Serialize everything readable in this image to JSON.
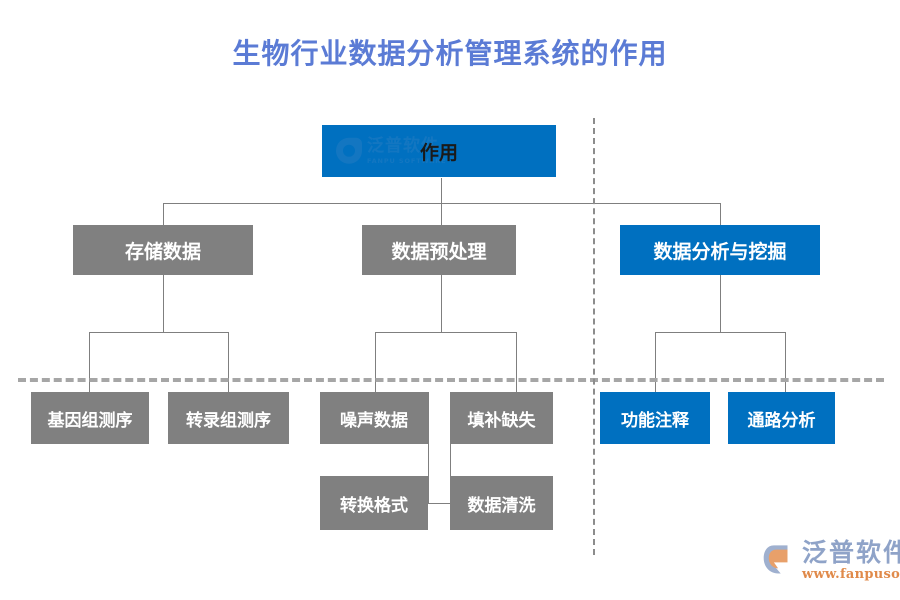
{
  "title": "生物行业数据分析管理系统的作用",
  "colors": {
    "title": "#5B7BD5",
    "gray_node": "#808080",
    "blue_node": "#0070C0",
    "connector": "#7f7f7f",
    "dashed": "#a6a6a6",
    "brand_cn": "#8fa3c8",
    "brand_url": "#e08a4a"
  },
  "diagram": {
    "type": "tree",
    "root": {
      "label": "作用",
      "style": "blue"
    },
    "branches": [
      {
        "label": "存储数据",
        "style": "gray",
        "children": [
          {
            "label": "基因组测序",
            "style": "gray"
          },
          {
            "label": "转录组测序",
            "style": "gray"
          }
        ]
      },
      {
        "label": "数据预处理",
        "style": "gray",
        "children": [
          {
            "label": "噪声数据",
            "style": "gray"
          },
          {
            "label": "填补缺失",
            "style": "gray"
          },
          {
            "label": "转换格式",
            "style": "gray"
          },
          {
            "label": "数据清洗",
            "style": "gray"
          }
        ]
      },
      {
        "label": "数据分析与挖掘",
        "style": "blue",
        "children": [
          {
            "label": "功能注释",
            "style": "blue"
          },
          {
            "label": "通路分析",
            "style": "blue"
          }
        ]
      }
    ]
  },
  "watermark": {
    "cn": "泛普软件",
    "en": "FANPU SOFTWARE"
  },
  "brand": {
    "cn": "泛普软件",
    "url": "www.fanpusoft.com"
  }
}
